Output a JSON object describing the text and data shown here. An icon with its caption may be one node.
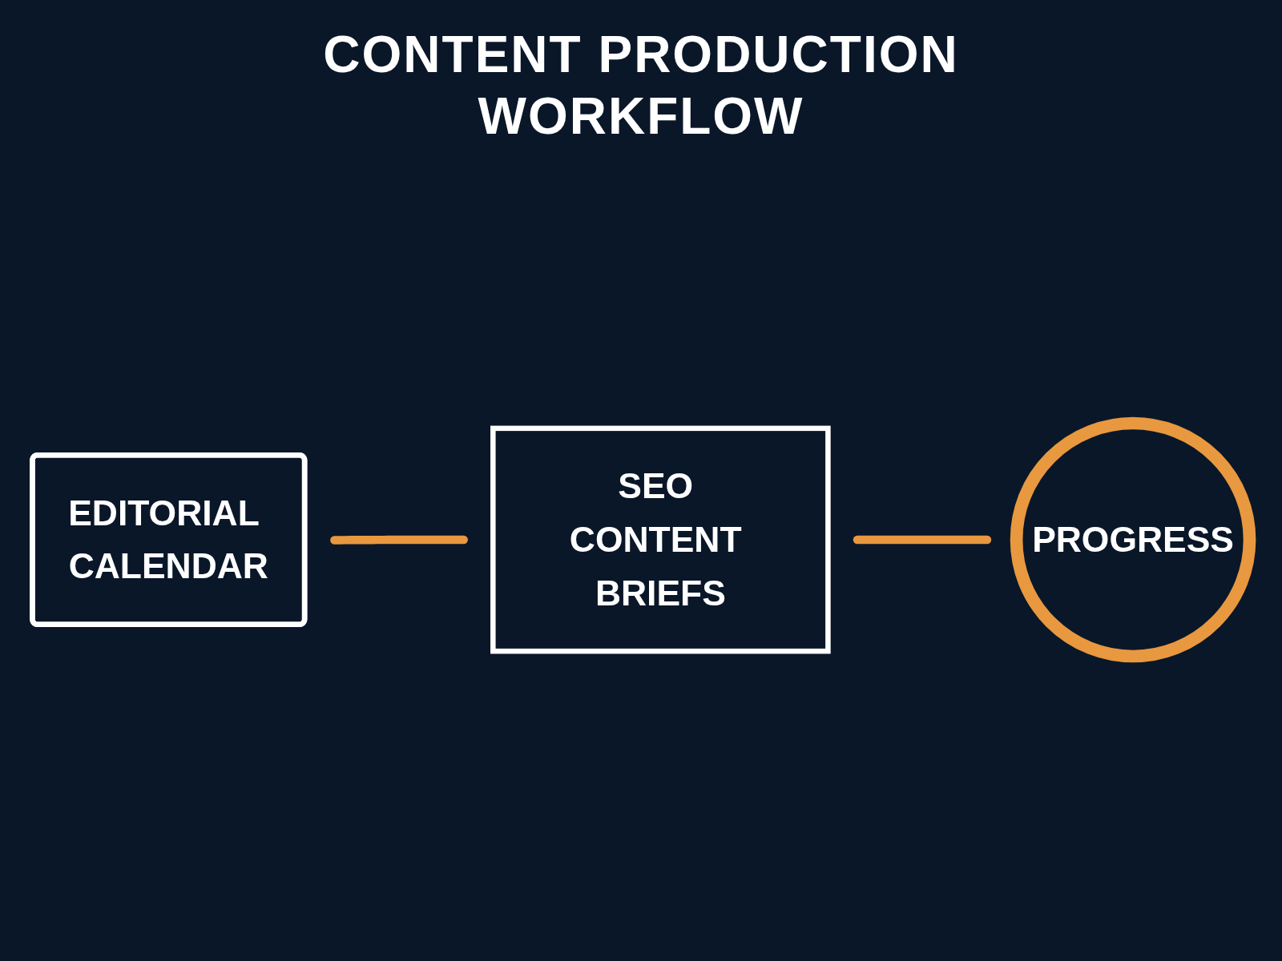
{
  "diagram": {
    "title": "CONTENT PRODUCTION WORKFLOW",
    "nodes": [
      {
        "text": [
          "EDITORIAL CALENDAR"
        ]
      },
      {
        "text": [
          "SEO CONTENT BRIEFS"
        ]
      },
      {
        "text": [
          "PROGRESS"
        ]
      }
    ],
    "edges": [
      {
        "from": 0,
        "to": 1,
        "arrow": "none"
      },
      {
        "from": 1,
        "to": 2,
        "arrow": "none"
      }
    ]
  }
}
